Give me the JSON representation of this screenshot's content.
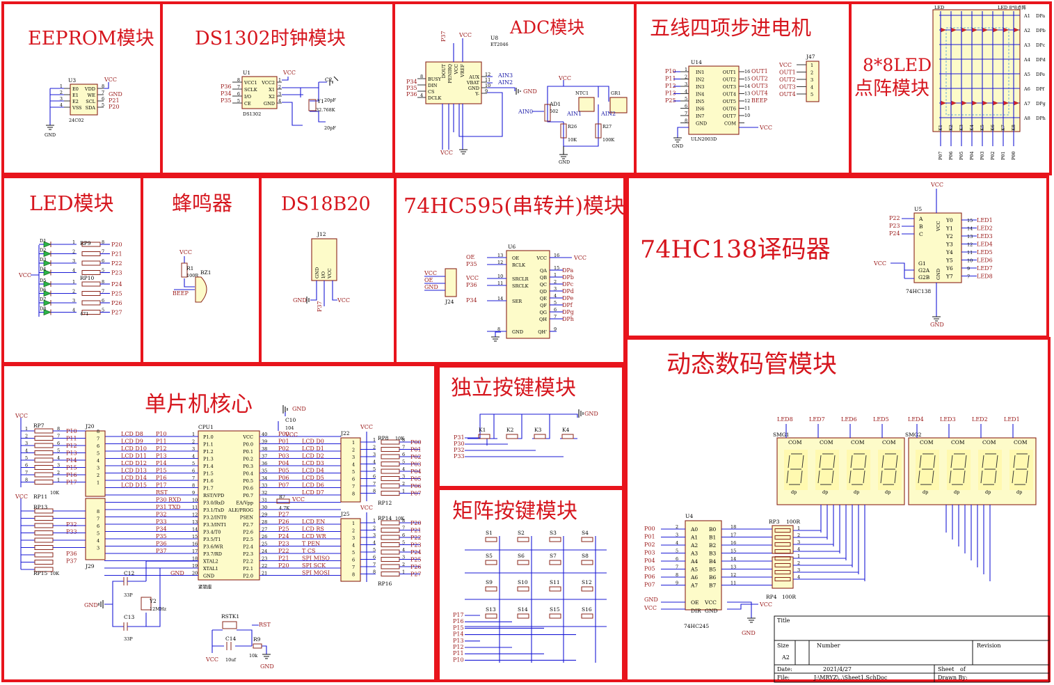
{
  "modules": {
    "eeprom": "EEPROM模块",
    "ds1302": "DS1302时钟模块",
    "adc": "ADC模块",
    "stepper": "五线四项步进电机",
    "matrix_line1": "8*8LED",
    "matrix_line2": "点阵模块",
    "led": "LED模块",
    "buzzer": "蜂鸣器",
    "ds18b20": "DS18B20",
    "hc595": "74HC595(串转并)模块",
    "hc138": "74HC138译码器",
    "mcu": "单片机核心",
    "keys": "独立按键模块",
    "seg": "动态数码管模块",
    "matrixkeys": "矩阵按键模块"
  },
  "eeprom": {
    "ref": "U3",
    "part": "24C02",
    "left_pins": [
      "E0",
      "E1",
      "E2",
      "VSS"
    ],
    "right_pins": [
      "VDD",
      "WE",
      "SCL",
      "SDA"
    ],
    "left_nums": [
      "1",
      "2",
      "3",
      "4"
    ],
    "right_nums": [
      "8",
      "7",
      "6",
      "5"
    ],
    "nets": [
      "VCC",
      "GND",
      "P21",
      "P20"
    ],
    "gnd": "GND"
  },
  "ds1302": {
    "ref": "U1",
    "part": "DS1302",
    "left_pins": [
      "VCC1",
      "SCLK",
      "I/O",
      "CE"
    ],
    "right_pins": [
      "VCC2",
      "X1",
      "X2",
      "GND"
    ],
    "left_nums": [
      "8",
      "7",
      "6",
      "5"
    ],
    "right_nums": [
      "1",
      "2",
      "3",
      "4"
    ],
    "nets": [
      "P36",
      "P34",
      "P35"
    ],
    "vcc": "VCC",
    "crystal": "Y1",
    "freq": "32.768K",
    "c_top": "C2",
    "c_top_val": "20pF",
    "c_bot_val": "20pF"
  },
  "adc": {
    "ref": "U8",
    "part": "ET2046",
    "vcc": "VCC",
    "gnd": "GND",
    "left_pins": [
      "BUSY",
      "DIN",
      "CS",
      "DCLK"
    ],
    "left_nums": [
      "8",
      "",
      "",
      "4"
    ],
    "top_pins": [
      "DOUT",
      "PENIRQ",
      "VCC",
      "VREF"
    ],
    "right_pins": [
      "AUX",
      "VBAT",
      "GND",
      "Y-"
    ],
    "right_nums": [
      "12",
      "11",
      "10",
      "9"
    ],
    "left_nets": [
      "P34",
      "P35",
      "P36"
    ],
    "right_nets": [
      "AIN3",
      "AIN2"
    ],
    "pot": "AD1",
    "pot_val": "502",
    "ntc": "NTC1",
    "gr": "GR1",
    "r26": "R26",
    "r26_val": "10K",
    "r27": "R27",
    "r27_val": "100K",
    "ain0": "AIN0",
    "ain1": "AIN1",
    "ain2": "AIN2",
    "pin37": "P37"
  },
  "stepper": {
    "ref": "U14",
    "part": "ULN2003D",
    "conn": "J47",
    "in_nets": [
      "P10",
      "P11",
      "P12",
      "P13",
      "P25"
    ],
    "in_pins": [
      "IN1",
      "IN2",
      "IN3",
      "IN4",
      "IN5",
      "IN6",
      "IN7",
      "GND"
    ],
    "out_pins": [
      "OUT1",
      "OUT2",
      "OUT3",
      "OUT4",
      "OUT5",
      "OUT6",
      "OUT7",
      "COM"
    ],
    "out_nets": [
      "OUT1",
      "OUT2",
      "OUT3",
      "OUT4",
      "BEEP"
    ],
    "out_nums": [
      "16",
      "15",
      "14",
      "13",
      "12",
      "11",
      "10"
    ],
    "conn_nets": [
      "VCC",
      "OUT1",
      "OUT2",
      "OUT3",
      "OUT4"
    ],
    "vcc": "VCC",
    "gnd": "GND"
  },
  "matrix": {
    "label": "LED",
    "label2": "LED 8*8点阵",
    "rows": [
      "A1",
      "A2",
      "A3",
      "A4",
      "A5",
      "A6",
      "A7",
      "A8"
    ],
    "row_nets": [
      "DPa",
      "DPb",
      "DPc",
      "DPd",
      "DPe",
      "DPf",
      "DPg",
      "DPh"
    ],
    "cols": [
      "K1",
      "K2",
      "K3",
      "K4",
      "K5",
      "K6",
      "K7",
      "K8"
    ],
    "col_nets": [
      "P07",
      "P06",
      "P05",
      "P04",
      "P03",
      "P02",
      "P01",
      "P00"
    ]
  },
  "led": {
    "vcc": "VCC",
    "rp9": "RP9",
    "rp10": "RP10",
    "rp_val": "471",
    "leds": [
      "D1",
      "D2",
      "D3",
      "D4",
      "D5",
      "D6",
      "D7",
      "D8"
    ],
    "nets": [
      "P20",
      "P21",
      "P22",
      "P23",
      "P24",
      "P25",
      "P26",
      "P27"
    ]
  },
  "buzzer": {
    "vcc": "VCC",
    "r": "R1",
    "r_val": "100R",
    "bz": "BZ1",
    "net": "BEEP"
  },
  "ds18b20": {
    "ref": "J12",
    "pins": [
      "GND",
      "I/O",
      "VCC"
    ],
    "gnd": "GND",
    "vcc": "VCC",
    "net": "P37"
  },
  "hc595": {
    "ref": "U6",
    "conn": "J24",
    "vcc": "VCC",
    "gnd": "GND",
    "left_pins": [
      "OE",
      "RCLK",
      "SRCLR",
      "SRCLK",
      "SER",
      "GND"
    ],
    "left_nums": [
      "13",
      "12",
      "10",
      "11",
      "14",
      "8"
    ],
    "left_nets": [
      "OE",
      "P35",
      "VCC",
      "P36",
      "P34"
    ],
    "right_pins": [
      "VCC",
      "QA",
      "QB",
      "QC",
      "QD",
      "QE",
      "QF",
      "QG",
      "QH",
      "QH'"
    ],
    "right_nums": [
      "16",
      "15",
      "1",
      "2",
      "3",
      "4",
      "5",
      "6",
      "7",
      "9"
    ],
    "right_nets": [
      "DPa",
      "DPb",
      "DPc",
      "DPd",
      "DPe",
      "DPf",
      "DPg",
      "DPh"
    ],
    "conn_nets": [
      "VCC",
      "OE",
      "GND"
    ]
  },
  "hc138": {
    "ref": "U5",
    "part": "74HC138",
    "vcc": "VCC",
    "gnd": "GND",
    "in_nets": [
      "P22",
      "P23",
      "P24"
    ],
    "in_pins": [
      "A",
      "B",
      "C"
    ],
    "en_pins": [
      "G1",
      "G2A",
      "G2B"
    ],
    "out_pins": [
      "Y0",
      "Y1",
      "Y2",
      "Y3",
      "Y4",
      "Y5",
      "Y6",
      "Y7"
    ],
    "out_nums": [
      "15",
      "14",
      "13",
      "12",
      "11",
      "10",
      "9",
      "7"
    ],
    "out_nets": [
      "LED1",
      "LED2",
      "LED3",
      "LED4",
      "LED5",
      "LED6",
      "LED7",
      "LED8"
    ]
  },
  "mcu": {
    "ref": "CPU1",
    "socket": "紧锁座",
    "vcc": "VCC",
    "gnd": "GND",
    "left_pins": [
      "P1.0",
      "P1.1",
      "P1.2",
      "P1.3",
      "P1.4",
      "P1.5",
      "P1.6",
      "P1.7",
      "RST/VPD",
      "P3.0/RxD",
      "P3.1/TxD",
      "P3.2/INT0",
      "P3.3/INT1",
      "P3.4/T0",
      "P3.5/T1",
      "P3.6/WR",
      "P3.7/RD",
      "XTAL2",
      "XTAL1",
      "GND"
    ],
    "left_nets": [
      "P10",
      "P11",
      "P12",
      "P13",
      "P14",
      "P15",
      "P16",
      "P17",
      "RST",
      "P30 RXD",
      "P31 TXD",
      "P32",
      "P33",
      "P34",
      "P35",
      "P36",
      "P37"
    ],
    "right_pins": [
      "VCC",
      "P0.0",
      "P0.1",
      "P0.2",
      "P0.3",
      "P0.4",
      "P0.5",
      "P0.6",
      "P0.7",
      "EA/Vpp",
      "ALE/PROG",
      "PSEN",
      "P2.7",
      "P2.6",
      "P2.5",
      "P2.4",
      "P2.3",
      "P2.2",
      "P2.1",
      "P2.0"
    ],
    "right_nets": [
      "P00",
      "P01",
      "P02",
      "P03",
      "P04",
      "P05",
      "P06",
      "P07",
      "",
      "",
      "",
      "P27",
      "P26",
      "P25",
      "P24",
      "P23",
      "P22",
      "P21",
      "P20"
    ],
    "right_funcs": [
      "",
      "LCD D0",
      "LCD D1",
      "LCD D2",
      "LCD D3",
      "LCD D4",
      "LCD D5",
      "LCD D6",
      "LCD D7",
      "",
      "",
      "",
      "LCD EN",
      "LCD RS",
      "LCD WR",
      "T PEN",
      "T CS",
      "SPI MISO",
      "SPI SCK",
      "SPI MOSI"
    ],
    "lcd_nets": [
      "LCD D8",
      "LCD D9",
      "LCD D10",
      "LCD D11",
      "LCD D12",
      "LCD D13",
      "LCD D14",
      "LCD D15"
    ],
    "rp7": "RP7",
    "rp11": "RP11",
    "rp13": "RP13",
    "rp15": "RP15",
    "rp8": "RP8",
    "rp12": "RP12",
    "rp14": "RP14",
    "rp16": "RP16",
    "j20": "J20",
    "j29": "J29",
    "j22": "J22",
    "j25": "J25",
    "c10": "C10",
    "c10_val": "104",
    "c12": "C12",
    "c12_val": "33P",
    "c13": "C13",
    "c13_val": "33P",
    "y2": "Y2",
    "y2_val": "12MHz",
    "r7": "R7",
    "r7_val": "4.7K",
    "rstk": "RSTK1",
    "rst": "RST",
    "c14": "C14",
    "c14_val": "10uf",
    "r9": "R9",
    "r9_val": "10k",
    "tenk": "10K",
    "left_port_nets": [
      "P10",
      "P11",
      "P12",
      "P13",
      "P14",
      "P15",
      "P16",
      "P17"
    ],
    "left_port2_nets": [
      "P32",
      "P33",
      "P34",
      "P35",
      "P36",
      "P37"
    ],
    "right_port_nets": [
      "P00",
      "P01",
      "P02",
      "P03",
      "P04",
      "P05",
      "P06",
      "P07"
    ],
    "right_port2_nets": [
      "P20",
      "P21",
      "P22",
      "P23",
      "P24",
      "P25",
      "P26",
      "P27"
    ]
  },
  "keys": {
    "gnd": "GND",
    "keys": [
      "K1",
      "K2",
      "K3",
      "K4"
    ],
    "nets": [
      "P31",
      "P30",
      "P32",
      "P33"
    ]
  },
  "matrixkeys": {
    "keys": [
      "S1",
      "S2",
      "S3",
      "S4",
      "S5",
      "S6",
      "S7",
      "S8",
      "S9",
      "S10",
      "S11",
      "S12",
      "S13",
      "S14",
      "S15",
      "S16"
    ],
    "nets": [
      "P17",
      "P16",
      "P15",
      "P14",
      "P13",
      "P12",
      "P11",
      "P10"
    ]
  },
  "seg": {
    "led_nets": [
      "LED8",
      "LED7",
      "LED6",
      "LED5",
      "LED4",
      "LED3",
      "LED2",
      "LED1"
    ],
    "smg1": "SMG1",
    "smg2": "SMG2",
    "com": "COM",
    "buf_ref": "U4",
    "buf_part": "74HC245",
    "a_pins": [
      "A0",
      "A1",
      "A2",
      "A3",
      "A4",
      "A5",
      "A6",
      "A7"
    ],
    "b_pins": [
      "B0",
      "B1",
      "B2",
      "B3",
      "B4",
      "B5",
      "B6",
      "B7"
    ],
    "in_nets": [
      "P00",
      "P01",
      "P02",
      "P03",
      "P04",
      "P05",
      "P06",
      "P07"
    ],
    "oe": "OE",
    "dir": "DIR",
    "vcc": "VCC",
    "gnd": "GND",
    "rp3": "RP3",
    "rp3_val": "100R",
    "rp4": "RP4",
    "rp4_val": "100R"
  },
  "titleblock": {
    "title": "Title",
    "size_label": "Size",
    "size": "A2",
    "number": "Number",
    "revision": "Revision",
    "date_label": "Date:",
    "date": "2021/4/27",
    "sheet": "Sheet",
    "of": "of",
    "file_label": "File:",
    "file": "J:\\MRYZ\\..\\Sheet1.SchDoc",
    "drawn": "Drawn By:"
  }
}
